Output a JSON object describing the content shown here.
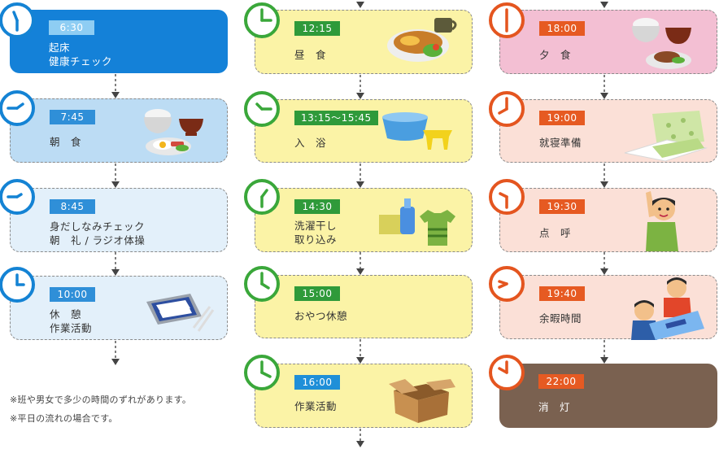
{
  "colors": {
    "blue_clock": "#1483d4",
    "green_clock": "#3aa73a",
    "orange_clock": "#e4551f"
  },
  "schedule": {
    "col1": [
      {
        "time": "6:30",
        "label": "起床\n健康チェック",
        "icon": "clock-icon"
      },
      {
        "time": "7:45",
        "label": "朝　食",
        "icon": "breakfast-icon"
      },
      {
        "time": "8:45",
        "label": "身だしなみチェック\n朝　礼 / ラジオ体操",
        "icon": "clock-icon"
      },
      {
        "time": "10:00",
        "label": "休　憩\n作業活動",
        "icon": "tray-icon"
      }
    ],
    "col2": [
      {
        "time": "12:15",
        "label": "昼　食",
        "icon": "lunch-icon"
      },
      {
        "time": "13:15～15:45",
        "label": "入　浴",
        "icon": "bath-icon"
      },
      {
        "time": "14:30",
        "label": "洗濯干し\n取り込み",
        "icon": "laundry-icon"
      },
      {
        "time": "15:00",
        "label": "おやつ休憩",
        "icon": "clock-icon"
      },
      {
        "time": "16:00",
        "label": "作業活動",
        "icon": "box-icon"
      }
    ],
    "col3": [
      {
        "time": "18:00",
        "label": "夕　食",
        "icon": "dinner-icon"
      },
      {
        "time": "19:00",
        "label": "就寝準備",
        "icon": "futon-icon"
      },
      {
        "time": "19:30",
        "label": "点　呼",
        "icon": "raise-hand-icon"
      },
      {
        "time": "19:40",
        "label": "余暇時間",
        "icon": "reading-icon"
      },
      {
        "time": "22:00",
        "label": "消　灯",
        "icon": "clock-icon"
      }
    ]
  },
  "notes": [
    "※班や男女で多少の時間のずれがあります。",
    "※平日の流れの場合です。"
  ]
}
